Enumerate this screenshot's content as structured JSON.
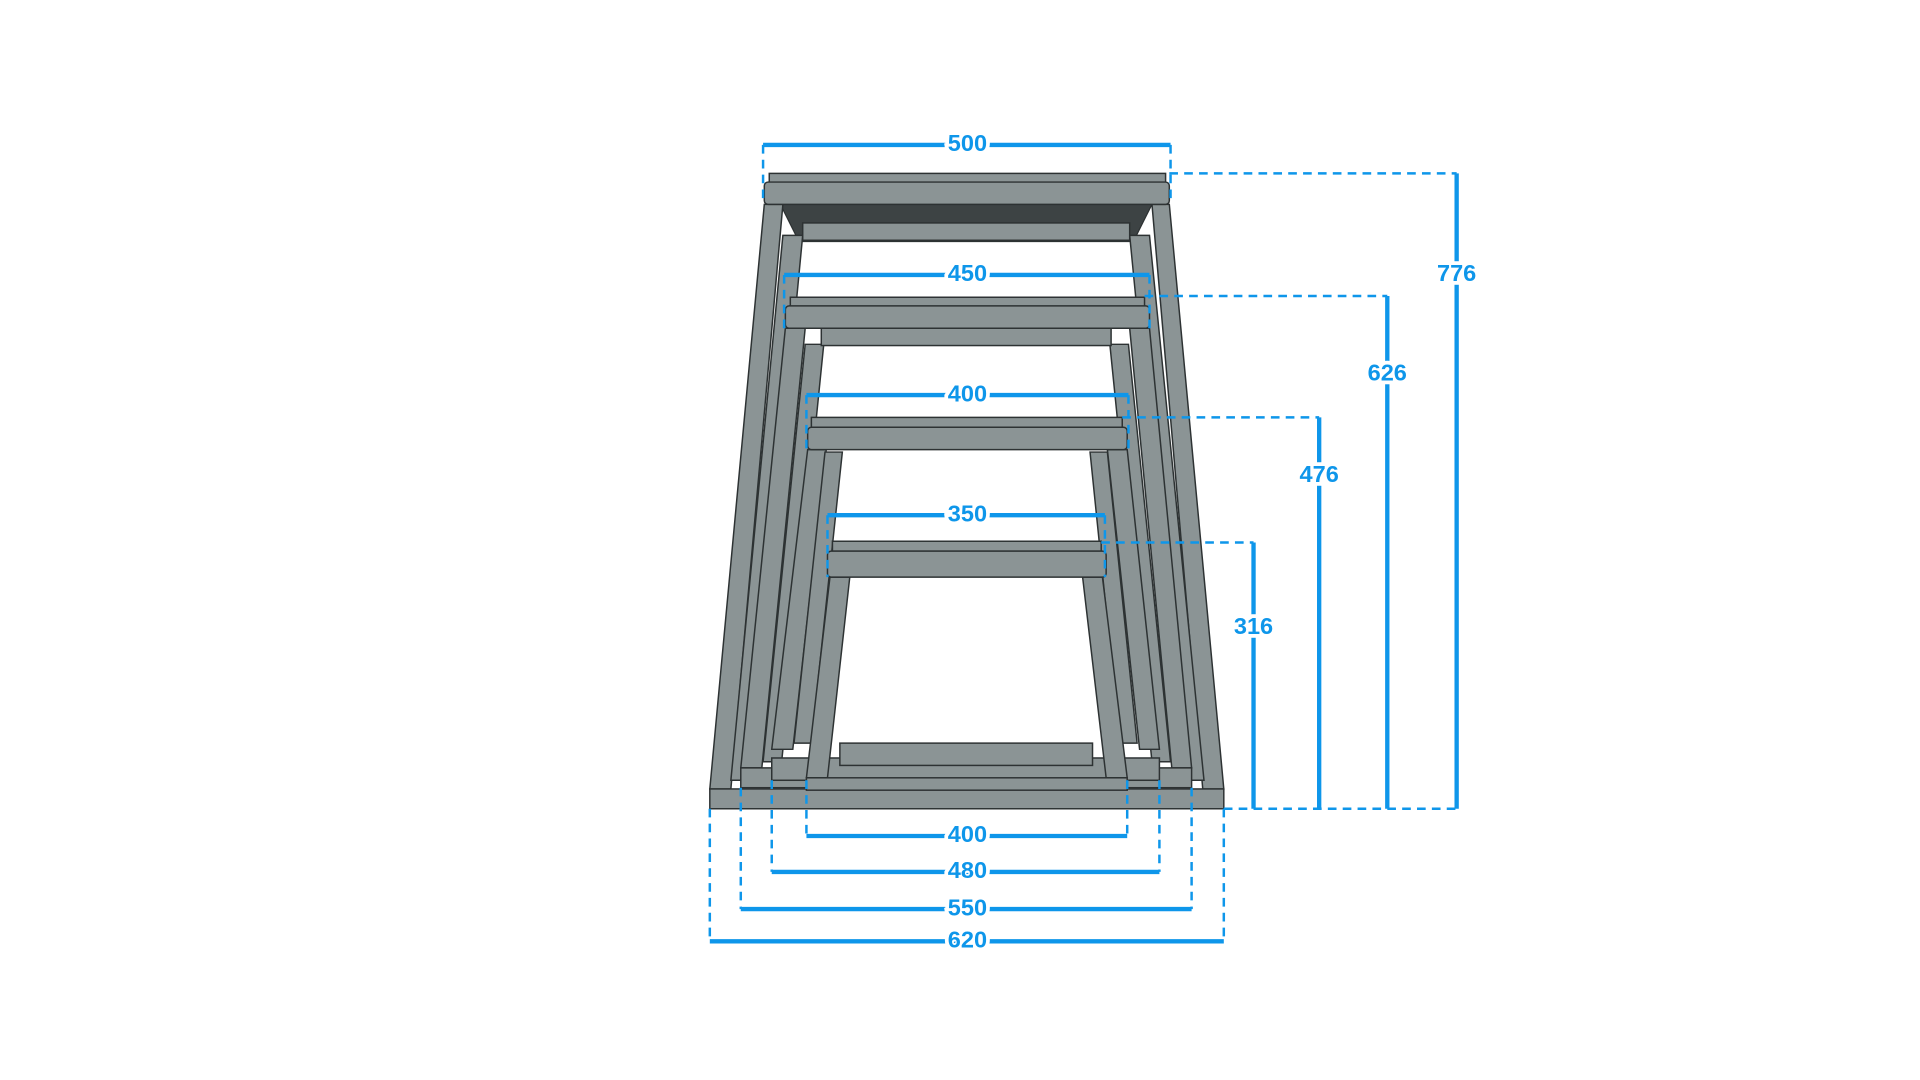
{
  "diagram": {
    "title": "Nested plyo box frames with dimensions",
    "top_widths": [
      "500",
      "450",
      "400",
      "350"
    ],
    "bottom_widths": [
      "400",
      "480",
      "550",
      "620"
    ],
    "heights": [
      "776",
      "626",
      "476",
      "316"
    ],
    "colors": {
      "dimension": "#0e96ea",
      "frame": "#8b9495",
      "outline": "#2d3233"
    }
  }
}
